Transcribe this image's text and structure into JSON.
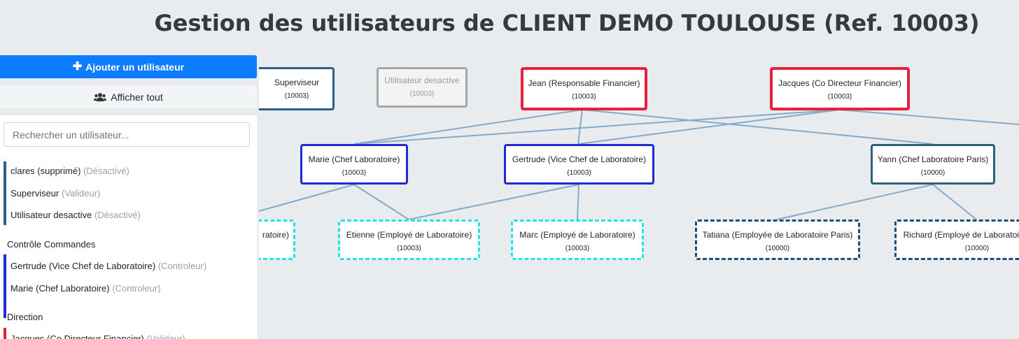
{
  "page": {
    "title": "Gestion des utilisateurs de CLIENT DEMO TOULOUSE (Ref. 10003)"
  },
  "sidebar": {
    "add_button_label": "Ajouter un utilisateur",
    "show_all_label": "Afficher tout",
    "search_placeholder": "Rechercher un utilisateur...",
    "groups": [
      {
        "label": "",
        "color": "#2b5f87",
        "items": [
          {
            "name": "clares (supprimé)",
            "status": "(Désactivé)"
          },
          {
            "name": "Superviseur",
            "status": "(Valideur)"
          },
          {
            "name": "Utilisateur desactive",
            "status": "(Désactivé)"
          }
        ]
      },
      {
        "label": "Contrôle Commandes",
        "color": "#1d2ad6",
        "items": [
          {
            "name": "Gertrude (Vice Chef de Laboratoire)",
            "status": "(Controleur)"
          },
          {
            "name": "Marie (Chef Laboratoire)",
            "status": "(Controleur)"
          }
        ]
      },
      {
        "label": "Direction",
        "color": "#e8203c",
        "items": [
          {
            "name": "Jacques (Co Directeur Financier)",
            "status": "(Valideur)"
          }
        ]
      }
    ]
  },
  "org_chart": {
    "colors": {
      "validator": "#2b5f87",
      "disabled": "#a6a6a6",
      "finance": "#e8203c",
      "controller": "#1d2ad6",
      "employee_cyan": "#28e3e6",
      "employee_navy": "#1d4f79",
      "link": "#85a9c9"
    },
    "nodes": {
      "superviseur": {
        "name": "Superviseur",
        "ref": "(10003)"
      },
      "desactive": {
        "name": "Utilisateur desactive",
        "ref": "(10003)"
      },
      "jean": {
        "name": "Jean (Responsable Financier)",
        "ref": "(10003)"
      },
      "jacques": {
        "name": "Jacques (Co Directeur Financier)",
        "ref": "(10003)"
      },
      "marie": {
        "name": "Marie (Chef Laboratoire)",
        "ref": "(10003)"
      },
      "gertrude": {
        "name": "Gertrude (Vice Chef de Laboratoire)",
        "ref": "(10003)"
      },
      "yann": {
        "name": "Yann (Chef Laboratoire Paris)",
        "ref": "(10000)"
      },
      "partial": {
        "name": "ratoire)",
        "ref": ""
      },
      "etienne": {
        "name": "Etienne (Employé de Laboratoire)",
        "ref": "(10003)"
      },
      "marc": {
        "name": "Marc (Employé de Laboratoire)",
        "ref": "(10003)"
      },
      "tatiana": {
        "name": "Tatiana (Employée de Laboratoire Paris)",
        "ref": "(10000)"
      },
      "richard": {
        "name": "Richard (Employé de Laboratoire Paris)",
        "ref": "(10000)"
      }
    }
  }
}
